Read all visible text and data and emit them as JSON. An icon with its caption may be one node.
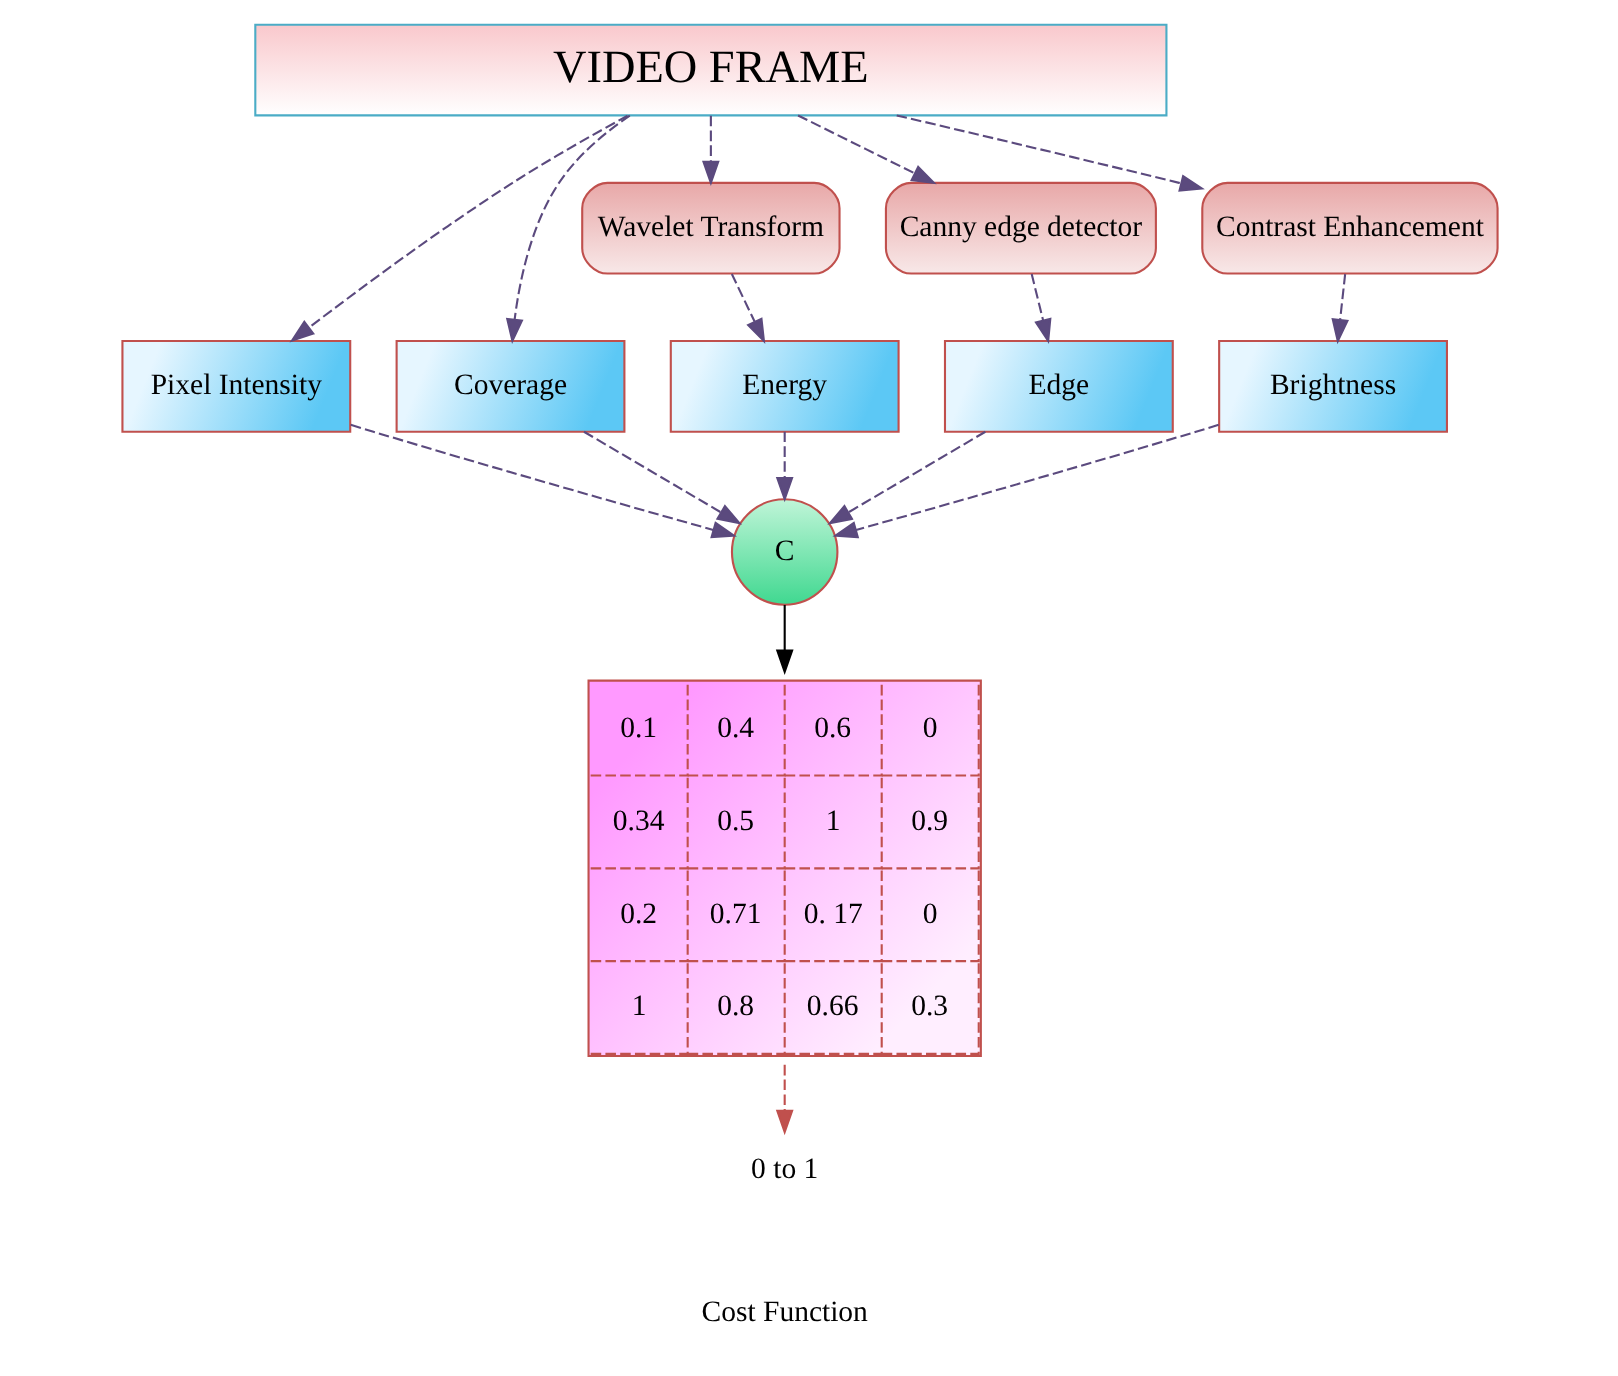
{
  "diagram": {
    "nodes": [
      {
        "text": [
          "VIDEO FRAME"
        ]
      },
      {
        "text": [
          "Wavelet Transform"
        ]
      },
      {
        "text": [
          "Canny edge detector"
        ]
      },
      {
        "text": [
          "Contrast Enhancement"
        ]
      },
      {
        "text": [
          "Pixel Intensity"
        ]
      },
      {
        "text": [
          "Coverage"
        ]
      },
      {
        "text": [
          "Energy"
        ]
      },
      {
        "text": [
          "Edge"
        ]
      },
      {
        "text": [
          "Brightness"
        ]
      },
      {
        "text": [
          "C"
        ]
      },
      {
        "text": [
          "0.1",
          "0.4",
          "0.6",
          "0",
          "0.34",
          "0.5",
          "1",
          "0.9",
          "0.2",
          "0.71",
          "0. 17",
          "0",
          "1",
          "0.8",
          "0.66",
          "0.3"
        ]
      },
      {
        "text": [
          "0 to 1"
        ]
      }
    ],
    "edges": [
      {
        "from": 0,
        "to": 4,
        "arrow": "to",
        "style": "dashed"
      },
      {
        "from": 0,
        "to": 5,
        "arrow": "to",
        "style": "dashed"
      },
      {
        "from": 0,
        "to": 1,
        "arrow": "to",
        "style": "dashed"
      },
      {
        "from": 0,
        "to": 2,
        "arrow": "to",
        "style": "dashed"
      },
      {
        "from": 0,
        "to": 3,
        "arrow": "to",
        "style": "dashed"
      },
      {
        "from": 1,
        "to": 6,
        "arrow": "to",
        "style": "dashed"
      },
      {
        "from": 2,
        "to": 7,
        "arrow": "to",
        "style": "dashed"
      },
      {
        "from": 3,
        "to": 8,
        "arrow": "to",
        "style": "dashed"
      },
      {
        "from": 4,
        "to": 9,
        "arrow": "to",
        "style": "dashed"
      },
      {
        "from": 5,
        "to": 9,
        "arrow": "to",
        "style": "dashed"
      },
      {
        "from": 6,
        "to": 9,
        "arrow": "to",
        "style": "dashed"
      },
      {
        "from": 7,
        "to": 9,
        "arrow": "to",
        "style": "dashed"
      },
      {
        "from": 8,
        "to": 9,
        "arrow": "to",
        "style": "dashed"
      },
      {
        "from": 9,
        "to": 10,
        "arrow": "to",
        "color": "#000000"
      },
      {
        "from": 10,
        "to": 11,
        "arrow": "to",
        "style": "dashed",
        "color": "#c0504d"
      }
    ],
    "labels": [
      "Cost Function"
    ]
  }
}
